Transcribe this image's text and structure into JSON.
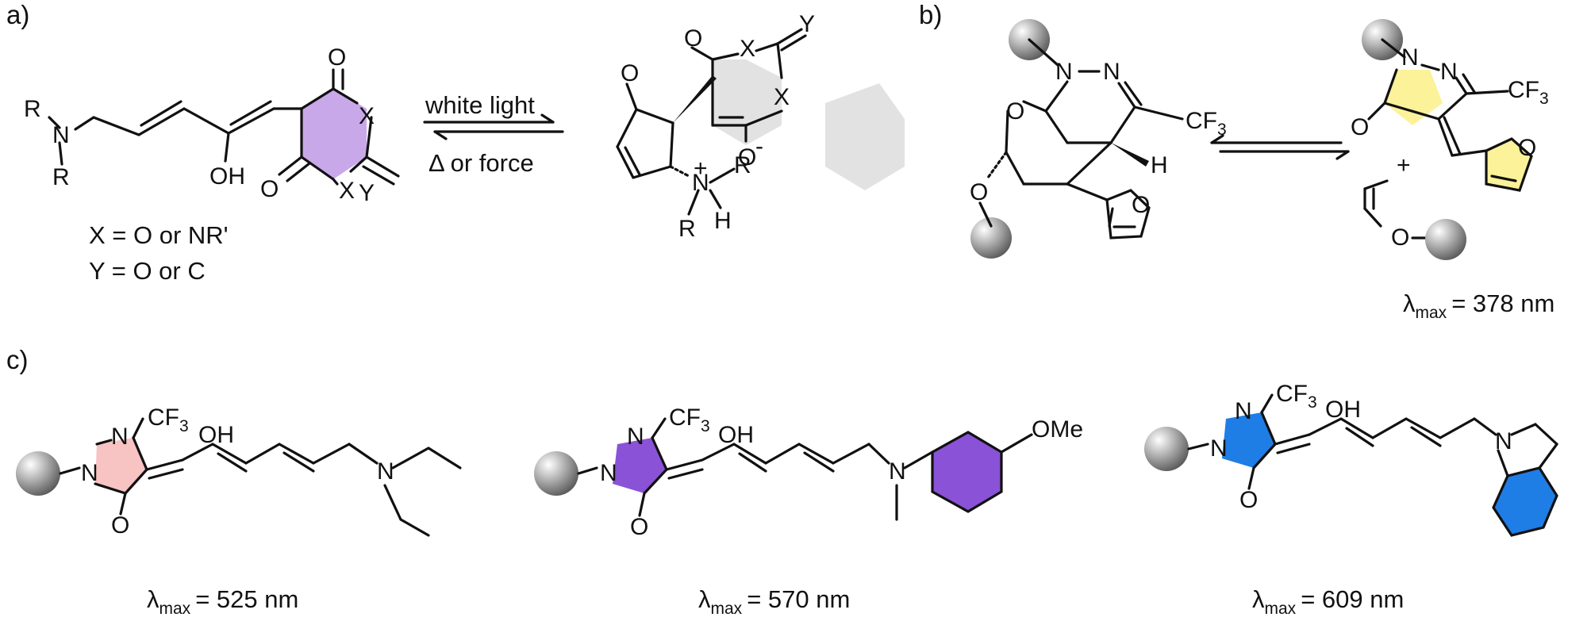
{
  "panels": {
    "a": {
      "label": "a)",
      "forward_condition": "white light",
      "reverse_condition": "Δ or force",
      "x_def": "X = O or NR'",
      "y_def": "Y = O or C"
    },
    "b": {
      "label": "b)",
      "lambda_value": "= 378 nm"
    },
    "c": {
      "label": "c)",
      "lambda_values": [
        "= 525 nm",
        "= 570 nm",
        "= 609 nm"
      ]
    }
  },
  "lambda_symbol": "λ",
  "lambda_subscript": "max",
  "atoms": {
    "R": "R",
    "N": "N",
    "O": "O",
    "H": "H",
    "X": "X",
    "Y": "Y",
    "OH": "OH",
    "O_minus": "O",
    "minus": "-",
    "plus": "+",
    "CF": "CF",
    "three": "3",
    "OMe": "OMe"
  },
  "colors": {
    "purple_ring": "#c9a8ea",
    "grey_ring": "#e2e2e2",
    "yellow_ring": "#fbf29a",
    "pink_ring": "#f8c3c3",
    "violet_ring": "#8a52d6",
    "blue_ring": "#1f7de6",
    "sphere_light": "#ffffff",
    "sphere_dark": "#5a5a5a"
  },
  "icons": [
    "polymer-bead-icon",
    "equilibrium-arrow-icon"
  ]
}
